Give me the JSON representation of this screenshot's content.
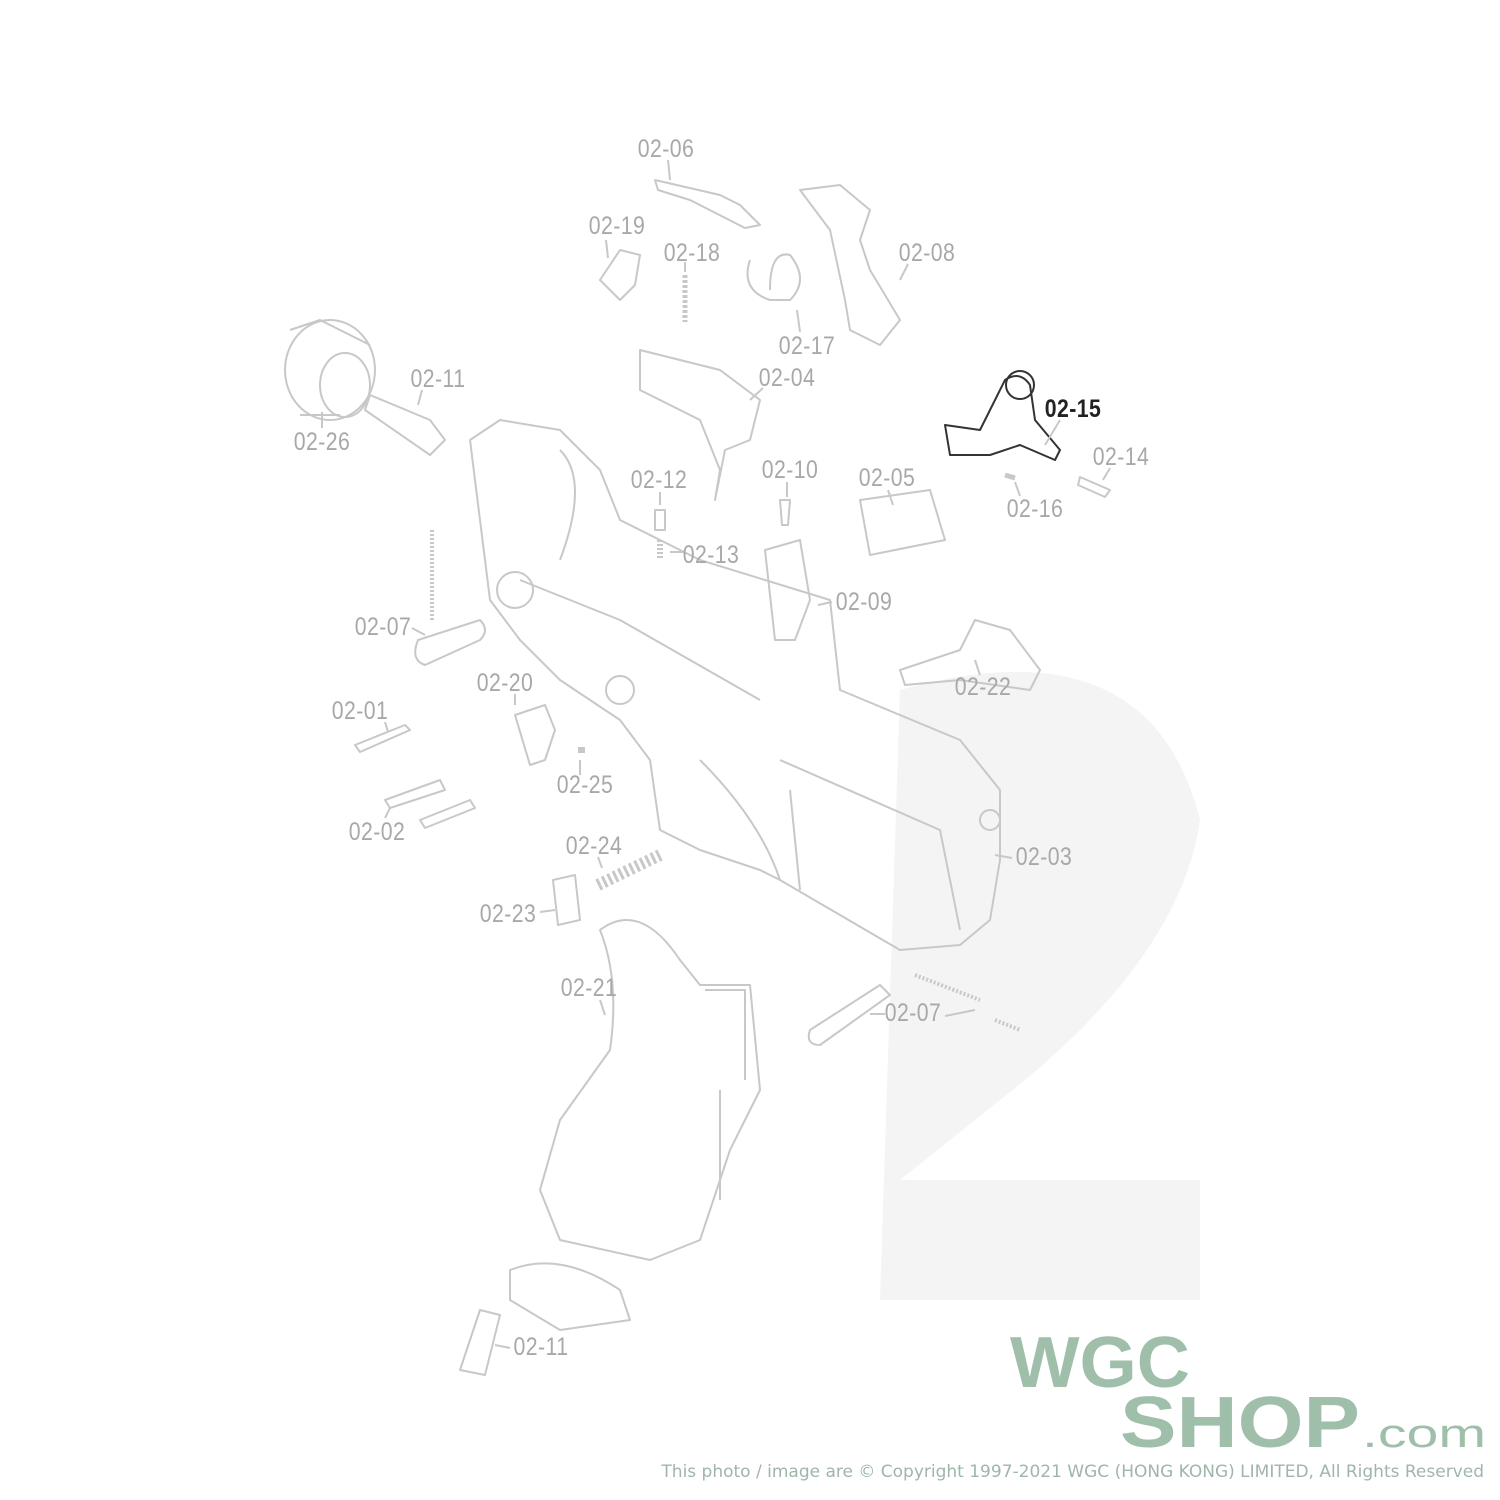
{
  "diagram": {
    "highlighted_part": "02-15",
    "part_labels": [
      "02-06",
      "02-19",
      "02-18",
      "02-08",
      "02-17",
      "02-04",
      "02-11",
      "02-26",
      "02-15",
      "02-14",
      "02-12",
      "02-10",
      "02-05",
      "02-16",
      "02-13",
      "02-09",
      "02-07",
      "02-22",
      "02-20",
      "02-01",
      "02-25",
      "02-02",
      "02-03",
      "02-24",
      "02-23",
      "02-21",
      "02-07",
      "02-11"
    ]
  },
  "branding": {
    "logo_line1": "WGC",
    "logo_line2": "SHOP",
    "logo_suffix": ".com",
    "logo_color": "#9fbfab",
    "copyright": "This photo / image are © Copyright 1997-2021 WGC (HONG KONG) LIMITED, All Rights Reserved"
  },
  "colors": {
    "part_line": "#c8c8c8",
    "label": "#a8a8a8",
    "highlight": "#222222"
  }
}
